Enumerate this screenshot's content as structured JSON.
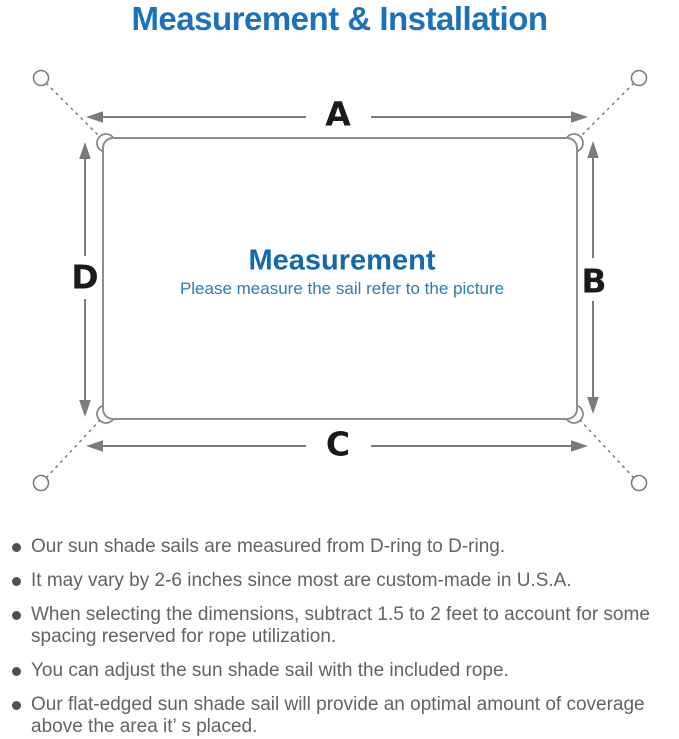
{
  "page": {
    "title": "Measurement & Installation"
  },
  "diagram": {
    "dimension_labels": {
      "top": "A",
      "right": "B",
      "bottom": "C",
      "left": "D"
    },
    "center": {
      "title": "Measurement",
      "subtitle": "Please measure the sail refer to the picture"
    },
    "icons": {
      "corner_rings": "d-ring-icon",
      "anchor_points": "anchor-point-icon"
    }
  },
  "notes": {
    "items": [
      "Our sun shade sails are measured from D-ring to D-ring.",
      "It may vary by 2-6 inches since most are custom-made in U.S.A.",
      "When selecting the dimensions, subtract 1.5 to 2 feet to account for some spacing reserved for rope utilization.",
      "You can adjust the sun shade sail with the included rope.",
      "Our flat-edged sun shade sail will provide an optimal amount of coverage above the area it’ s placed."
    ]
  },
  "colors": {
    "title_blue": "#1b72b8",
    "center_title_blue": "#1468ad",
    "subtitle_blue": "#2c7cb5",
    "line_gray": "#7b7b7b",
    "outline_gray": "#8e8e8e",
    "label_black": "#1a1a1a",
    "note_text_gray": "#636363",
    "bullet_dot_gray": "#4f4f4f"
  }
}
